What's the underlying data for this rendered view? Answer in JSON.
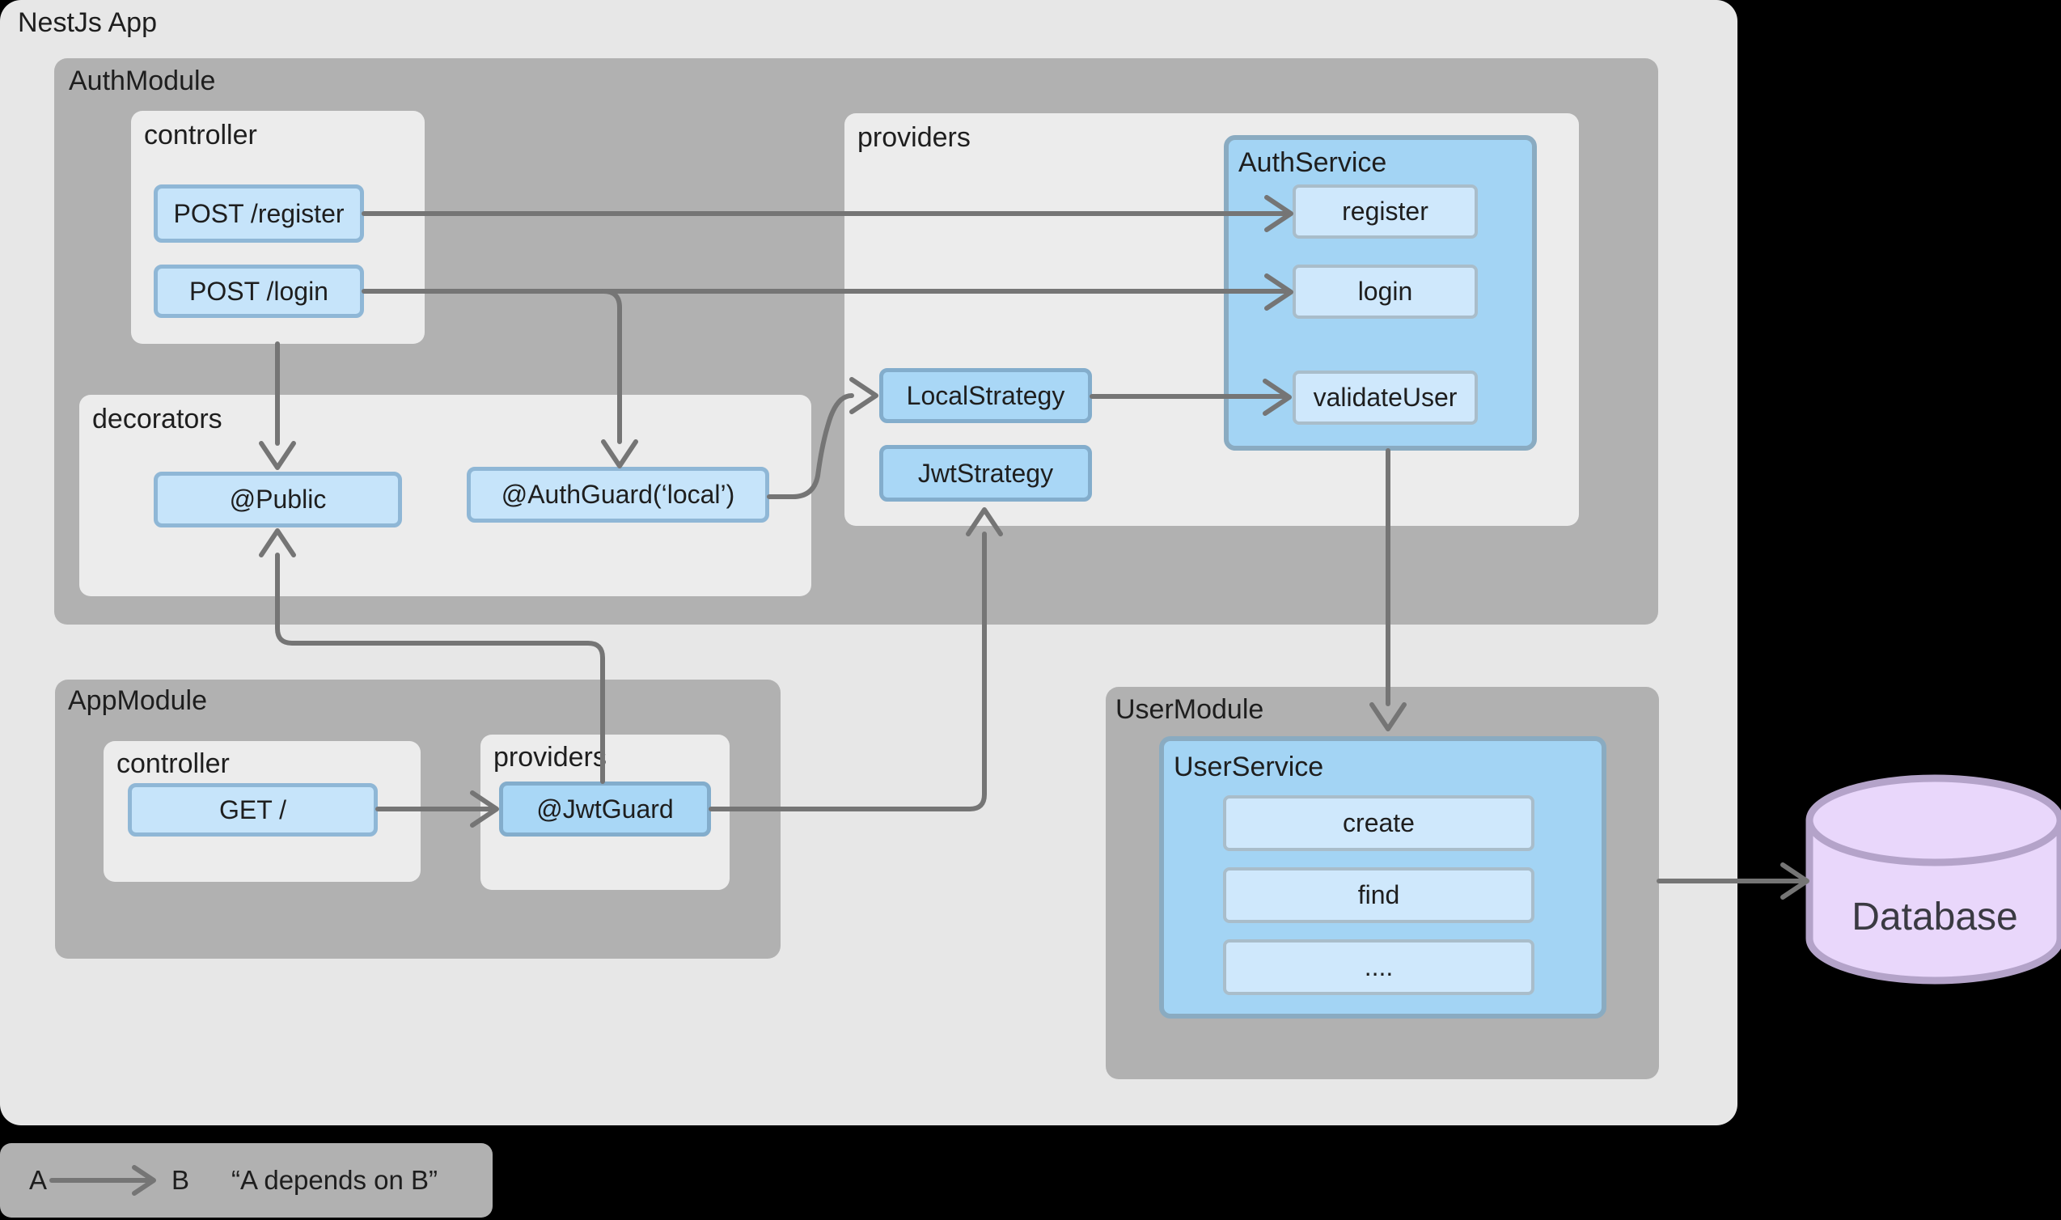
{
  "app": {
    "title": "NestJs App"
  },
  "auth_module": {
    "label": "AuthModule",
    "controller": {
      "label": "controller",
      "register_endpoint": "POST /register",
      "login_endpoint": "POST /login"
    },
    "decorators": {
      "label": "decorators",
      "public_decorator": "@Public",
      "auth_guard_decorator": "@AuthGuard(‘local’)"
    },
    "providers": {
      "label": "providers",
      "auth_service": {
        "label": "AuthService",
        "register_method": "register",
        "login_method": "login",
        "validate_user_method": "validateUser"
      },
      "local_strategy": "LocalStrategy",
      "jwt_strategy": "JwtStrategy"
    }
  },
  "app_module": {
    "label": "AppModule",
    "controller": {
      "label": "controller",
      "get_endpoint": "GET /"
    },
    "providers": {
      "label": "providers",
      "jwt_guard": "@JwtGuard"
    }
  },
  "user_module": {
    "label": "UserModule",
    "user_service": {
      "label": "UserService",
      "create_method": "create",
      "find_method": "find",
      "more_methods": "...."
    }
  },
  "database": {
    "label": "Database"
  },
  "legend": {
    "a": "A",
    "b": "B",
    "caption": "“A depends on B”"
  },
  "colors": {
    "outer": "#e7e7e7",
    "module-gray": "#b1b1b1",
    "panel": "#ececec",
    "pale-blue": "#c6e4fa",
    "pale-border": "#8fb7d6",
    "deep-blue": "#a9d7f6",
    "deep-border": "#83adcc",
    "service-blue": "#a3d4f4",
    "service-border": "#8aabc1",
    "method-blue": "#cfe8fc",
    "method-border": "#a9bdca",
    "arrow": "#757575",
    "database-fill": "#e9d7fb",
    "database-stroke": "#b4a3c9"
  }
}
